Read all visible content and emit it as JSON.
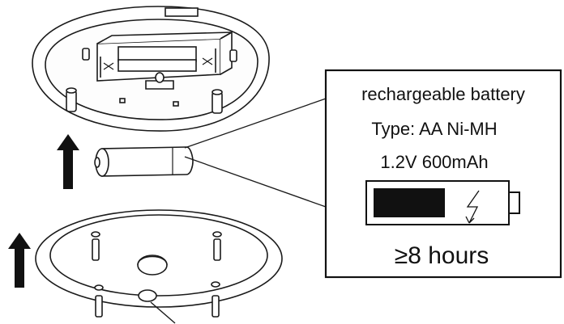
{
  "callout": {
    "title": "rechargeable battery",
    "type_line": "Type: AA Ni-MH",
    "spec_line": "1.2V 600mAh",
    "runtime": "≥8 hours"
  },
  "icons": {
    "battery": "battery-charging-icon",
    "bolt": "lightning-bolt-icon",
    "arrow_upper": "arrow-up-icon",
    "arrow_lower": "arrow-up-icon"
  },
  "colors": {
    "line": "#1a1a1a",
    "fill": "#ffffff",
    "battery_charge": "#111111"
  }
}
